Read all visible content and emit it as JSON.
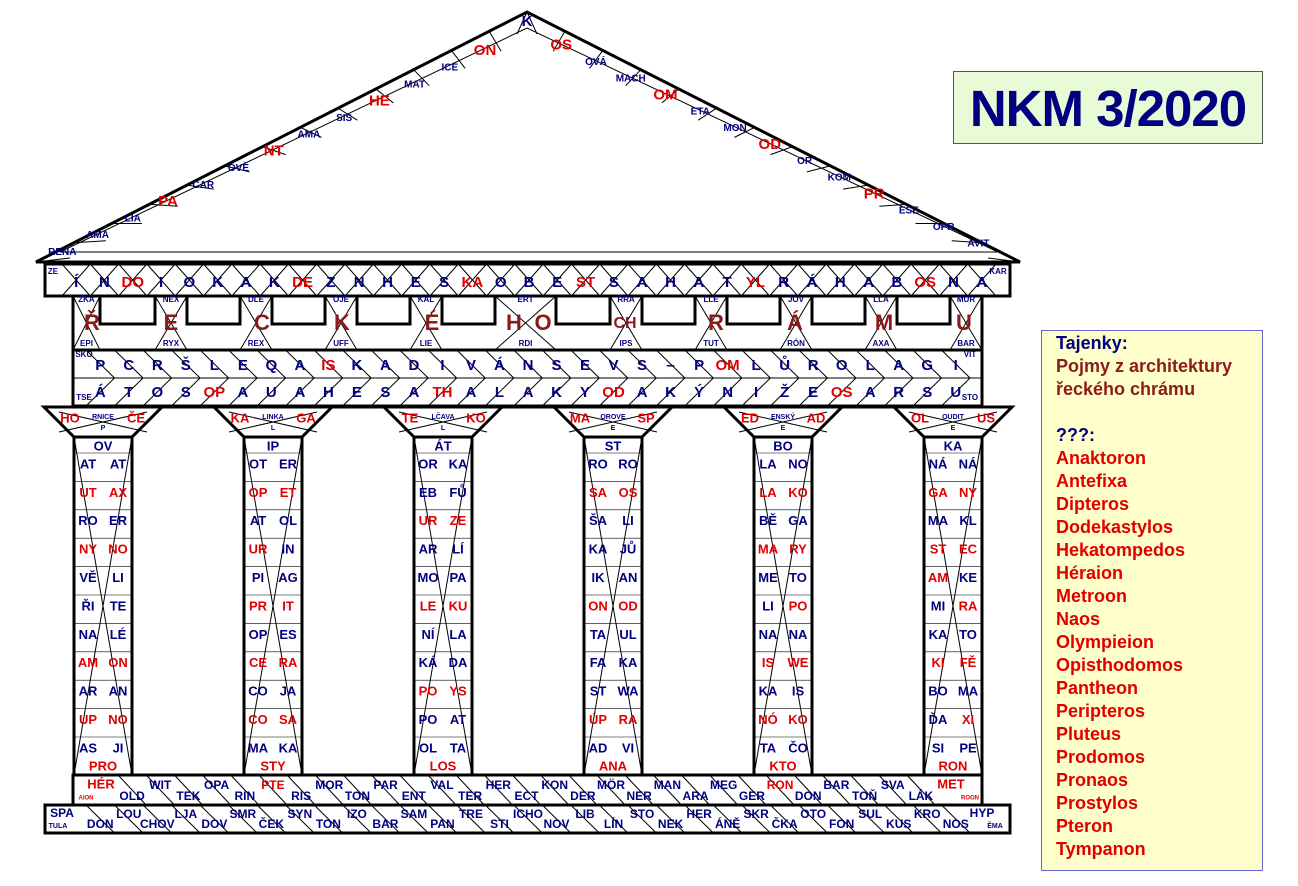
{
  "title": "NKM 3/2020",
  "legend": {
    "heading": "Tajenky:",
    "subtitle": "Pojmy z architektury řeckého chrámu",
    "question": "???:",
    "items": [
      "Anaktoron",
      "Antefixa",
      "Dipteros",
      "Dodekastylos",
      "Hekatompedos",
      "Héraion",
      "Metroon",
      "Naos",
      "Olympieion",
      "Opisthodomos",
      "Pantheon",
      "Peripteros",
      "Pluteus",
      "Prodomos",
      "Pronaos",
      "Prostylos",
      "Pteron",
      "Tympanon"
    ]
  },
  "colors": {
    "navy": "#000080",
    "red": "#e00000",
    "dark_red": "#8b1a1a",
    "title_bg": "#e9fbd6",
    "legend_bg": "#ffffcc",
    "highlight": "#ffd700"
  },
  "temple": {
    "apex": "K",
    "pediment_left": [
      "RENA",
      "AMA",
      "LIA",
      "PA",
      "CAR",
      "OVĚ",
      "NT",
      "AMA",
      "SIS",
      "HE",
      "MAT",
      "ICE",
      "ON"
    ],
    "pediment_right": [
      "OS",
      "OVÁ",
      "MACH",
      "OM",
      "ETA",
      "MON",
      "OD",
      "OR",
      "KOM",
      "PR",
      "ESE",
      "OPR",
      "AVIT"
    ],
    "cornice_corner_left": "ZE",
    "cornice_corner_right": "KAR",
    "cornice": [
      "Í",
      "N",
      "DO",
      "I",
      "O",
      "K",
      "A",
      "K",
      "DE",
      "Z",
      "N",
      "H",
      "E",
      "S",
      "KA",
      "O",
      "B",
      "E",
      "ST",
      "S",
      "A",
      "H",
      "A",
      "T",
      "YL",
      "R",
      "Á",
      "H",
      "A",
      "B",
      "OS",
      "N",
      "A"
    ],
    "frieze_big": [
      "Ř",
      "E",
      "C",
      "K",
      "É",
      "H",
      "O",
      "CH",
      "R",
      "Á",
      "M",
      "U"
    ],
    "frieze_small_top": [
      "ZKA",
      "NEX",
      "DLE",
      "OJE",
      "KAL",
      "ERT",
      "RRA",
      "LLE",
      "JOV",
      "LLA",
      "MUR"
    ],
    "frieze_small_bottom": [
      "EPI",
      "RYX",
      "REX",
      "UFF",
      "LIE",
      "RDI",
      "IPS",
      "TUT",
      "RÓN",
      "AXA",
      "BAR"
    ],
    "architrave_row1_left": "SKO",
    "architrave_row1_right": "VIT",
    "architrave_row1": [
      "P",
      "C",
      "R",
      "Š",
      "L",
      "E",
      "Q",
      "A",
      "IS",
      "K",
      "A",
      "D",
      "I",
      "V",
      "Á",
      "N",
      "S",
      "E",
      "V",
      "S",
      "–",
      "P",
      "OM",
      "L",
      "Ů",
      "R",
      "O",
      "L",
      "A",
      "G",
      "I"
    ],
    "architrave_row2_left": "TSE",
    "architrave_row2_right": "STO",
    "architrave_row2": [
      "Á",
      "T",
      "O",
      "S",
      "OP",
      "A",
      "U",
      "A",
      "H",
      "E",
      "S",
      "A",
      "TH",
      "A",
      "L",
      "A",
      "K",
      "Y",
      "OD",
      "A",
      "K",
      "Ý",
      "N",
      "I",
      "Ž",
      "E",
      "OS",
      "A",
      "R",
      "S",
      "U"
    ],
    "capitals": [
      {
        "left": "HO",
        "mid": "RNICE",
        "sub": "P",
        "right": "ČE"
      },
      {
        "left": "KA",
        "mid": "LINKA",
        "sub": "L",
        "right": "GA"
      },
      {
        "left": "TE",
        "mid": "LČAVA",
        "sub": "L",
        "right": "KO"
      },
      {
        "left": "MA",
        "mid": "OROVE",
        "sub": "E",
        "right": "SP"
      },
      {
        "left": "ED",
        "mid": "ENSKÝ",
        "sub": "E",
        "right": "AD"
      },
      {
        "left": "OL",
        "mid": "OUDIT",
        "sub": "E",
        "right": "US"
      }
    ],
    "columns": [
      {
        "top": "OV",
        "rows": [
          [
            "AT",
            "AT"
          ],
          [
            "UT",
            "AX"
          ],
          [
            "RO",
            "ER"
          ],
          [
            "NY",
            "NO"
          ],
          [
            "VĚ",
            "LI"
          ],
          [
            "ŘI",
            "TE"
          ],
          [
            "NA",
            "LÉ"
          ],
          [
            "AM",
            "ON"
          ],
          [
            "AR",
            "AN"
          ],
          [
            "UP",
            "NO"
          ],
          [
            "AS",
            "JI"
          ]
        ],
        "bottom": "PRO"
      },
      {
        "top": "IP",
        "rows": [
          [
            "OT",
            "ER"
          ],
          [
            "OP",
            "ET"
          ],
          [
            "AT",
            "OL"
          ],
          [
            "UR",
            "IN"
          ],
          [
            "PI",
            "AG"
          ],
          [
            "PR",
            "IT"
          ],
          [
            "OP",
            "ES"
          ],
          [
            "CE",
            "RA"
          ],
          [
            "CO",
            "JA"
          ],
          [
            "CO",
            "SA"
          ],
          [
            "MA",
            "KA"
          ]
        ],
        "bottom": "STY"
      },
      {
        "top": "ÁT",
        "rows": [
          [
            "OR",
            "KA"
          ],
          [
            "EB",
            "FŮ"
          ],
          [
            "UR",
            "ZE"
          ],
          [
            "AR",
            "LÍ"
          ],
          [
            "MO",
            "PA"
          ],
          [
            "LE",
            "KU"
          ],
          [
            "NÍ",
            "LA"
          ],
          [
            "KÁ",
            "DA"
          ],
          [
            "PO",
            "YS"
          ],
          [
            "PO",
            "AT"
          ],
          [
            "OL",
            "TA"
          ]
        ],
        "bottom": "LOS"
      },
      {
        "top": "ST",
        "rows": [
          [
            "RO",
            "RO"
          ],
          [
            "SA",
            "OS"
          ],
          [
            "ŠA",
            "LI"
          ],
          [
            "KA",
            "JŮ"
          ],
          [
            "IK",
            "AN"
          ],
          [
            "ON",
            "OD"
          ],
          [
            "TA",
            "UL"
          ],
          [
            "FA",
            "KA"
          ],
          [
            "ST",
            "WA"
          ],
          [
            "ÚP",
            "RA"
          ],
          [
            "AD",
            "VI"
          ]
        ],
        "bottom": "ANA"
      },
      {
        "top": "BO",
        "rows": [
          [
            "LA",
            "NO"
          ],
          [
            "LA",
            "KO"
          ],
          [
            "BĚ",
            "GA"
          ],
          [
            "MA",
            "RY"
          ],
          [
            "ME",
            "TO"
          ],
          [
            "LI",
            "PO"
          ],
          [
            "NA",
            "NA"
          ],
          [
            "IS",
            "WE"
          ],
          [
            "KA",
            "IS"
          ],
          [
            "NÓ",
            "KO"
          ],
          [
            "TA",
            "ČO"
          ]
        ],
        "bottom": "KTO"
      },
      {
        "top": "KA",
        "rows": [
          [
            "NÁ",
            "NÁ"
          ],
          [
            "GA",
            "NY"
          ],
          [
            "MA",
            "KL"
          ],
          [
            "ST",
            "EC"
          ],
          [
            "AM",
            "KE"
          ],
          [
            "MI",
            "RA"
          ],
          [
            "KA",
            "TO"
          ],
          [
            "KI",
            "FĚ"
          ],
          [
            "BO",
            "MA"
          ],
          [
            "ĎA",
            "XI"
          ],
          [
            "SI",
            "PE"
          ]
        ],
        "bottom": "RON"
      }
    ],
    "stylobate_corner_left": [
      "HÉR",
      "AION"
    ],
    "stylobate_corner_right": [
      "MET",
      "ROON"
    ],
    "stylobate_top": [
      "OLD",
      "WIT",
      "TEK",
      "OPA",
      "RIN",
      "PTE",
      "RIS",
      "MOR",
      "TON",
      "PAR",
      "ENT",
      "VAL",
      "TER",
      "HER",
      "ECT",
      "KON",
      "DER",
      "MÖR",
      "NER",
      "MAN",
      "ARA",
      "MEG",
      "GER",
      "RON",
      "DON",
      "BAR",
      "TOŇ",
      "SVA",
      "LÁK"
    ],
    "base_corner_left": [
      "SPA",
      "TULA"
    ],
    "base_corner_right": [
      "HYP",
      "ĚMA"
    ],
    "base_row": [
      "DON",
      "LOU",
      "CHOV",
      "LJA",
      "DOV",
      "SMR",
      "ČEK",
      "SYN",
      "TON",
      "IZO",
      "BAR",
      "SAM",
      "PAN",
      "TRE",
      "STI",
      "ICHO",
      "NOV",
      "LIB",
      "LÍN",
      "STO",
      "NEK",
      "HER",
      "ÁNĚ",
      "SKR",
      "ČKA",
      "OTO",
      "FON",
      "SUL",
      "KUS",
      "KRO",
      "NOS"
    ]
  }
}
